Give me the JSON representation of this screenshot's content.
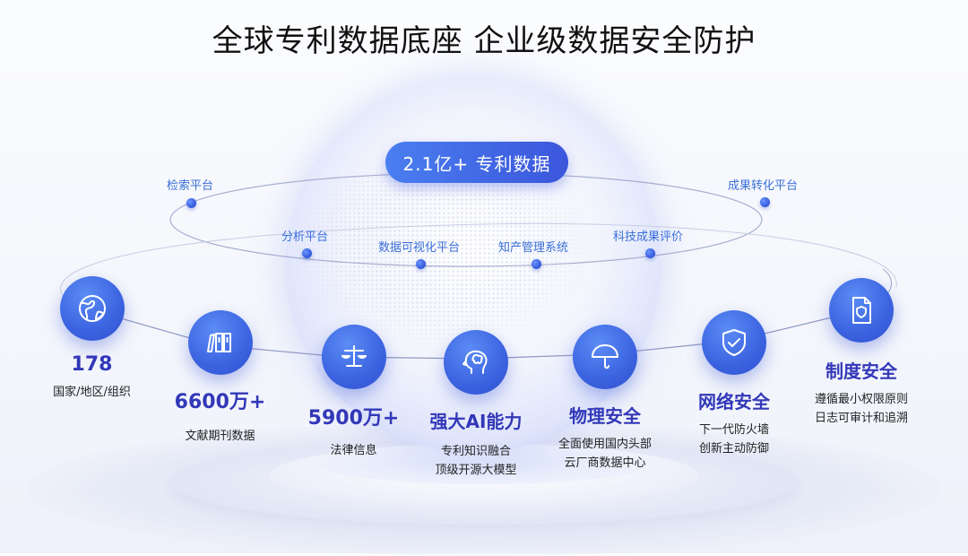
{
  "title": "全球专利数据底座 企业级数据安全防护",
  "center_badge": {
    "label": "2.1亿+ 专利数据"
  },
  "orbit_platforms": [
    {
      "label": "检索平台"
    },
    {
      "label": "分析平台"
    },
    {
      "label": "数据可视化平台"
    },
    {
      "label": "知产管理系统"
    },
    {
      "label": "科技成果评价"
    },
    {
      "label": "成果转化平台"
    }
  ],
  "features": [
    {
      "icon": "globe-icon",
      "value": "178",
      "desc": [
        "国家/地区/组织"
      ]
    },
    {
      "icon": "books-icon",
      "value": "6600万+",
      "desc": [
        "文献期刊数据"
      ]
    },
    {
      "icon": "scale-icon",
      "value": "5900万+",
      "desc": [
        "法律信息"
      ]
    },
    {
      "icon": "brain-head-icon",
      "value": "强大AI能力",
      "desc": [
        "专利知识融合",
        "顶级开源大模型"
      ]
    },
    {
      "icon": "umbrella-icon",
      "value": "物理安全",
      "desc": [
        "全面使用国内头部",
        "云厂商数据中心"
      ]
    },
    {
      "icon": "shield-check-icon",
      "value": "网络安全",
      "desc": [
        "下一代防火墙",
        "创新主动防御"
      ]
    },
    {
      "icon": "document-shield-icon",
      "value": "制度安全",
      "desc": [
        "遵循最小权限原则",
        "日志可审计和追溯"
      ]
    }
  ],
  "colors": {
    "accent": "#3b5ee0",
    "value_text": "#3238b8",
    "platform_label": "#3a6fd8"
  }
}
